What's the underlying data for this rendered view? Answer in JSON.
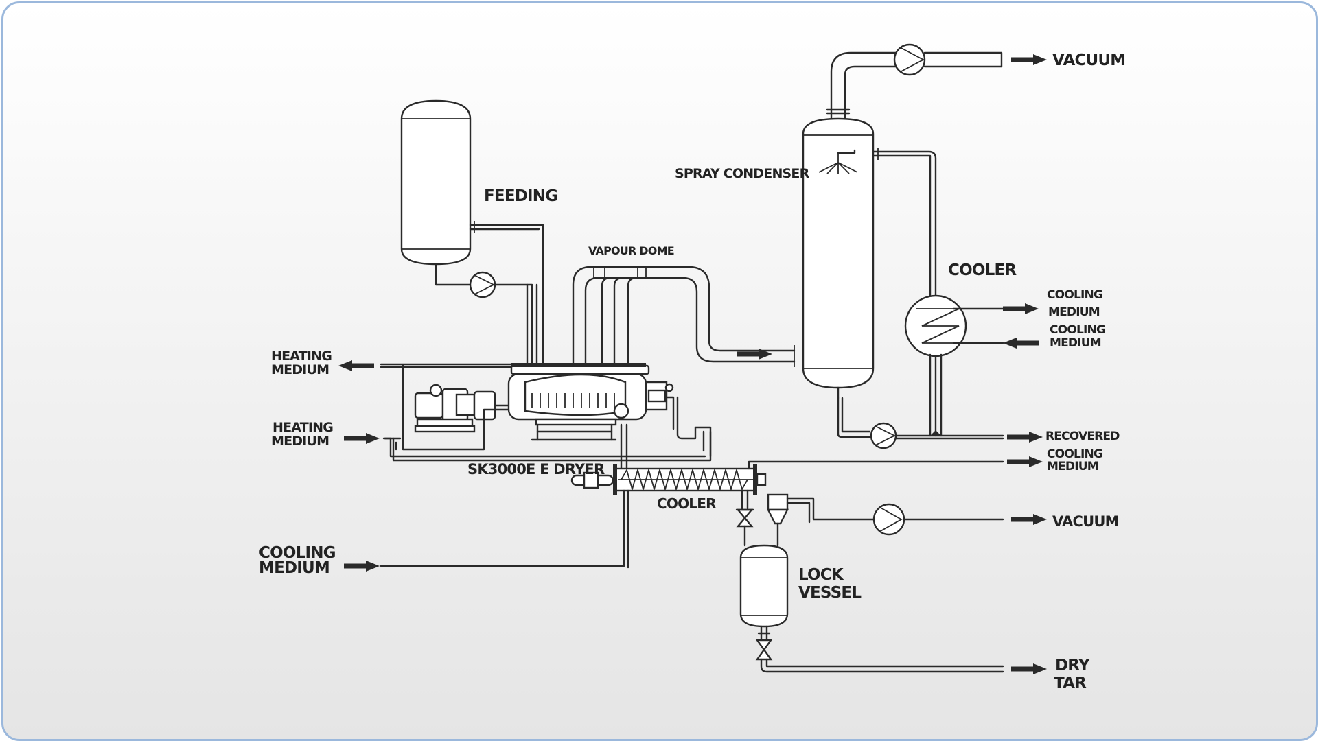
{
  "labels": {
    "vacuum_top": "VACUUM",
    "spray_condenser": "SPRAY CONDENSER",
    "feeding": "FEEDING",
    "vapour_dome": "VAPOUR DOME",
    "cooler_right": "COOLER",
    "cooling_medium_out_l1": "COOLING",
    "cooling_medium_out_l2": "MEDIUM",
    "cooling_medium_in_l1": "COOLING",
    "cooling_medium_in_l2": "MEDIUM",
    "heating_medium_out_l1": "HEATING",
    "heating_medium_out_l2": "MEDIUM",
    "heating_medium_in_l1": "HEATING",
    "heating_medium_in_l2": "MEDIUM",
    "recovered": "RECOVERED",
    "cooling_medium_mid_l1": "COOLING",
    "cooling_medium_mid_l2": "MEDIUM",
    "dryer": "SK3000E E DRYER",
    "cooler_screw": "COOLER",
    "vacuum_bottom": "VACUUM",
    "cooling_medium_left_l1": "COOLING",
    "cooling_medium_left_l2": "MEDIUM",
    "lock_vessel_l1": "LOCK",
    "lock_vessel_l2": "VESSEL",
    "dry_tar_l1": "DRY",
    "dry_tar_l2": "TAR"
  },
  "colors": {
    "line": "#2a2a2a",
    "frame_border": "#9bb8dc",
    "background_top": "#ffffff",
    "background_bottom": "#e5e5e5"
  }
}
